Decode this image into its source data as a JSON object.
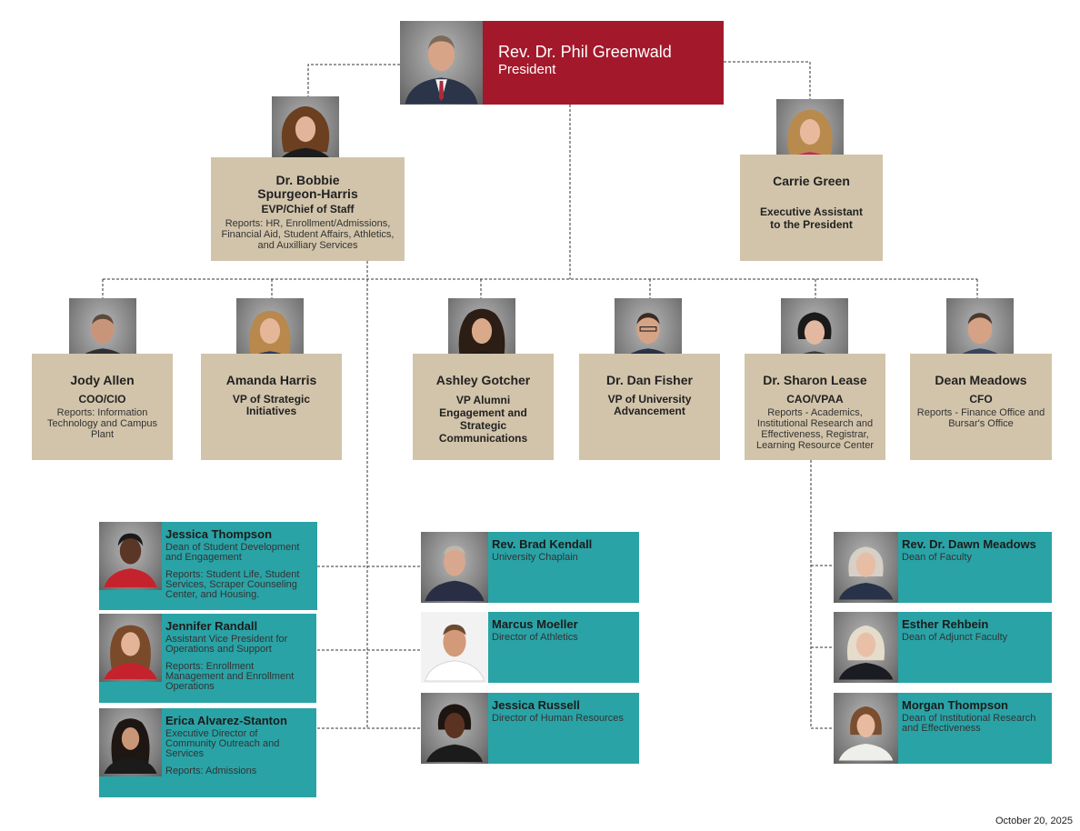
{
  "president": {
    "name": "Rev. Dr. Phil Greenwald",
    "title": "President"
  },
  "evp": {
    "name_line1": "Dr. Bobbie",
    "name_line2": "Spurgeon-Harris",
    "title": "EVP/Chief of Staff",
    "reports": "Reports: HR, Enrollment/Admissions, Financial Aid, Student Affairs, Athletics, and Auxilliary Services"
  },
  "assistant": {
    "name": "Carrie Green",
    "title": "Executive Assistant to the President"
  },
  "vps": [
    {
      "name": "Jody Allen",
      "title": "COO/CIO",
      "reports": "Reports: Information Technology and Campus Plant"
    },
    {
      "name": "Amanda Harris",
      "title": "VP of Strategic Initiatives",
      "reports": ""
    },
    {
      "name": "Ashley Gotcher",
      "title": "VP Alumni Engagement and Strategic Communications",
      "reports": ""
    },
    {
      "name": "Dr. Dan Fisher",
      "title": "VP of University Advancement",
      "reports": ""
    },
    {
      "name": "Dr. Sharon Lease",
      "title": "CAO/VPAA",
      "reports": "Reports - Academics, Institutional Research and Effectiveness, Registrar, Learning Resource Center"
    },
    {
      "name": "Dean Meadows",
      "title": "CFO",
      "reports": "Reports - Finance Office and Bursar's Office"
    }
  ],
  "left_staff": [
    {
      "name": "Jessica Thompson",
      "desc": "Dean of Student Development and Engagement",
      "reports": "Reports: Student Life, Student Services, Scraper Counseling Center, and Housing."
    },
    {
      "name": "Jennifer Randall",
      "desc": "Assistant Vice President for Operations and Support",
      "reports": "Reports: Enrollment Management and Enrollment Operations"
    },
    {
      "name": "Erica Alvarez-Stanton",
      "desc": "Executive Director of Community Outreach and Services",
      "reports": "Reports: Admissions"
    }
  ],
  "middle_staff": [
    {
      "name": "Rev. Brad Kendall",
      "desc": "University Chaplain"
    },
    {
      "name": "Marcus Moeller",
      "desc": "Director of Athletics"
    },
    {
      "name": "Jessica Russell",
      "desc": "Director of Human Resources"
    }
  ],
  "right_staff": [
    {
      "name": "Rev. Dr. Dawn Meadows",
      "desc": "Dean of Faculty"
    },
    {
      "name": "Esther Rehbein",
      "desc": "Dean of Adjunct Faculty"
    },
    {
      "name": "Morgan Thompson",
      "desc": "Dean of Institutional Research and Effectiveness"
    }
  ],
  "date": "October 20, 2025",
  "colors": {
    "president_red": "#a3192b",
    "tan": "#d2c4aa",
    "teal": "#2aa3a6"
  }
}
